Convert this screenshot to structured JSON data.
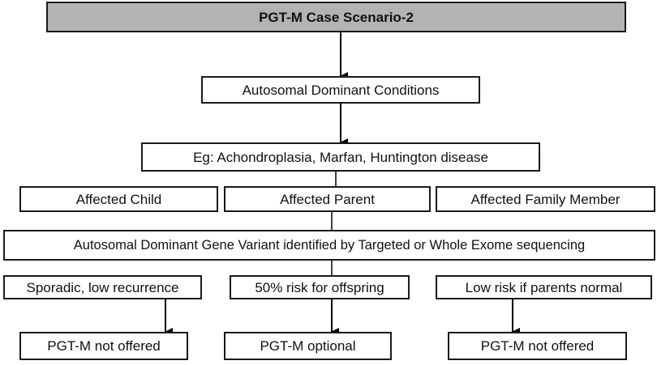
{
  "title": "PGT-M Case Scenario-2",
  "category": "Autosomal Dominant Conditions",
  "examples": "Eg: Achondroplasia, Marfan, Huntington disease",
  "affected": {
    "child": "Affected Child",
    "parent": "Affected Parent",
    "family": "Affected Family Member"
  },
  "variant": "Autosomal Dominant Gene Variant identified by Targeted or Whole Exome sequencing",
  "risk": {
    "child": "Sporadic, low recurrence",
    "parent": "50% risk for offspring",
    "family": "Low risk if parents normal"
  },
  "outcome": {
    "child": "PGT-M not offered",
    "parent": "PGT-M optional",
    "family": "PGT-M not offered"
  }
}
